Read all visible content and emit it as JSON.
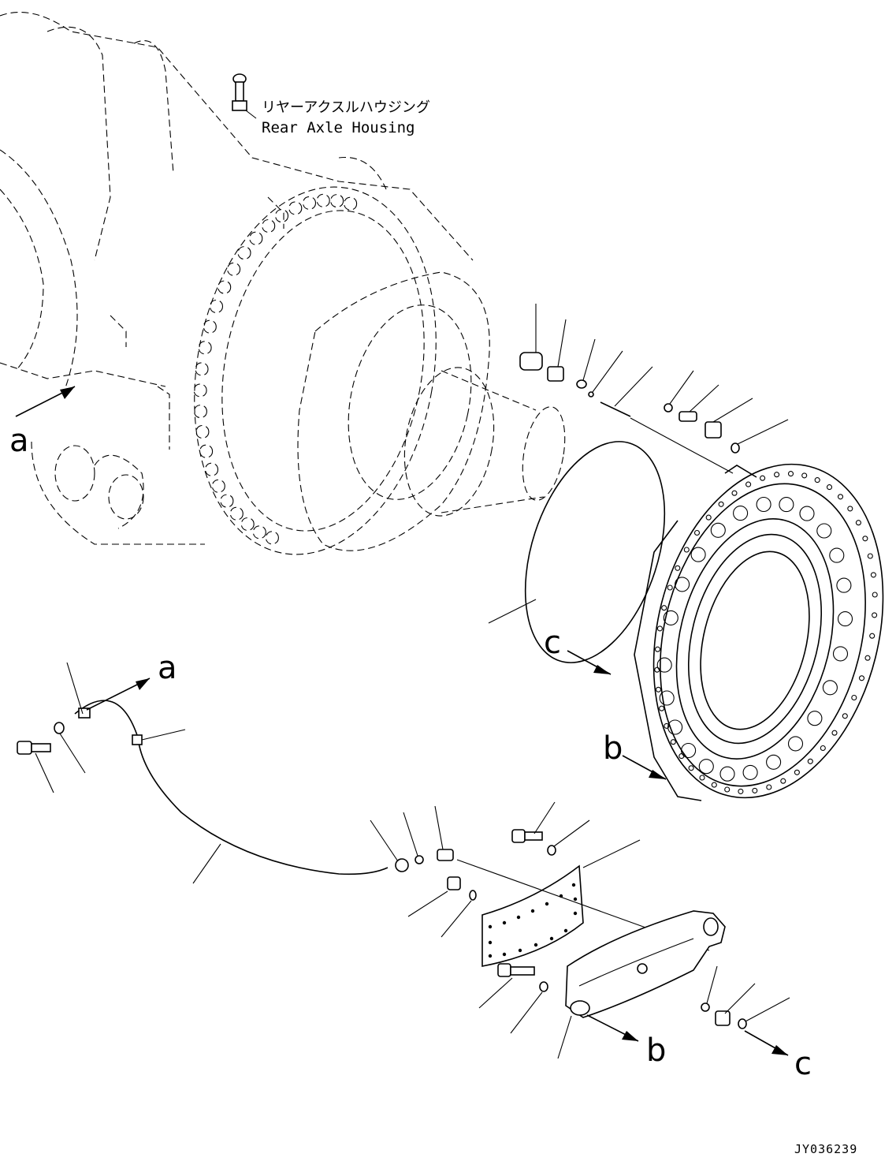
{
  "housing_label": {
    "japanese": "リヤーアクスルハウジング",
    "english": "Rear Axle Housing"
  },
  "reference_marks": {
    "a_left": "a",
    "a_pipe": "a",
    "b_carrier": "b",
    "b_bracket": "b",
    "c_carrier": "c",
    "c_bottom": "c"
  },
  "drawing_code": "JY036239"
}
